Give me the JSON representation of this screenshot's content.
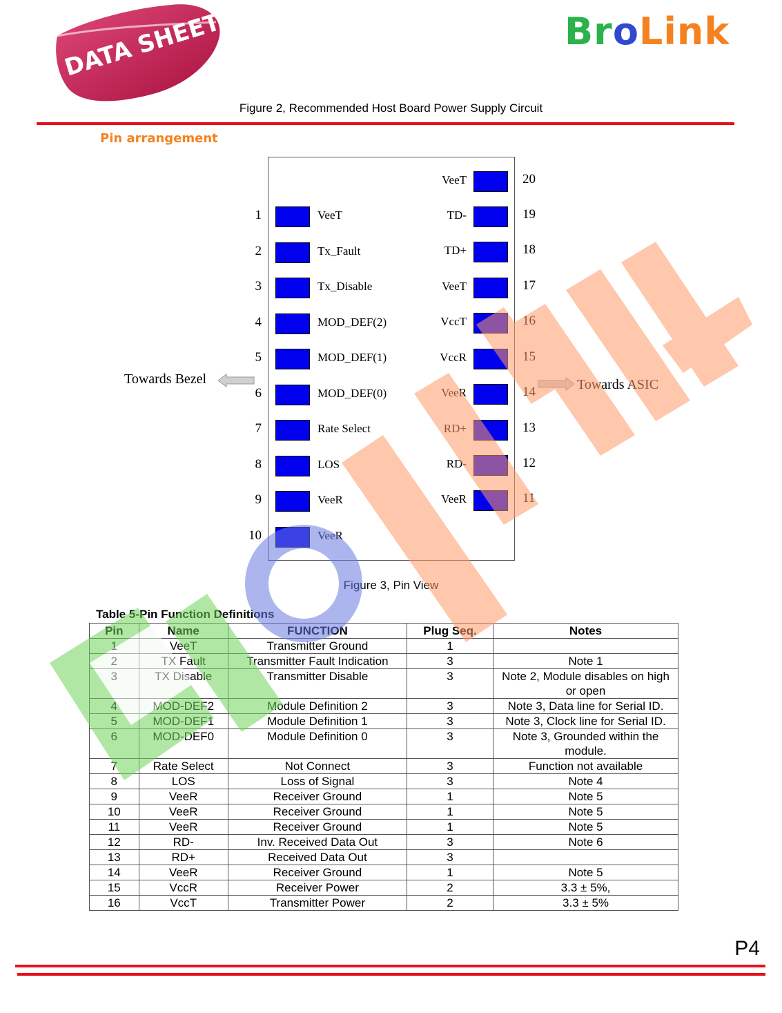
{
  "header": {
    "badge_text": "DATA SHEET",
    "logo": {
      "letters": [
        {
          "ch": "B",
          "color": "#2bb24c"
        },
        {
          "ch": "r",
          "color": "#2bb24c"
        },
        {
          "ch": "o",
          "color": "#2f49d1"
        },
        {
          "ch": "L",
          "color": "#f5821f"
        },
        {
          "ch": "i",
          "color": "#f5821f"
        },
        {
          "ch": "n",
          "color": "#f5821f"
        },
        {
          "ch": "k",
          "color": "#f5821f"
        }
      ]
    }
  },
  "figure2_caption": "Figure 2, Recommended Host Board Power Supply Circuit",
  "section_title": "Pin arrangement",
  "pin_diagram": {
    "left_pins": [
      {
        "num": "1",
        "label": "VeeT"
      },
      {
        "num": "2",
        "label": "Tx_Fault"
      },
      {
        "num": "3",
        "label": "Tx_Disable"
      },
      {
        "num": "4",
        "label": "MOD_DEF(2)"
      },
      {
        "num": "5",
        "label": "MOD_DEF(1)"
      },
      {
        "num": "6",
        "label": "MOD_DEF(0)"
      },
      {
        "num": "7",
        "label": "Rate Select"
      },
      {
        "num": "8",
        "label": "LOS"
      },
      {
        "num": "9",
        "label": "VeeR"
      },
      {
        "num": "10",
        "label": "VeeR"
      }
    ],
    "right_pins": [
      {
        "num": "20",
        "label": "VeeT"
      },
      {
        "num": "19",
        "label": "TD-"
      },
      {
        "num": "18",
        "label": "TD+"
      },
      {
        "num": "17",
        "label": "VeeT"
      },
      {
        "num": "16",
        "label": "VccT"
      },
      {
        "num": "15",
        "label": "VccR"
      },
      {
        "num": "14",
        "label": "VeeR"
      },
      {
        "num": "13",
        "label": "RD+"
      },
      {
        "num": "12",
        "label": "RD-"
      },
      {
        "num": "11",
        "label": "VeeR"
      }
    ],
    "towards_bezel": "Towards Bezel",
    "towards_asic": "Towards ASIC",
    "pad_color": "#0000ee"
  },
  "figure3_caption": "Figure 3, Pin View",
  "table": {
    "caption": "Table 5-Pin Function Definitions",
    "headers": [
      "Pin",
      "Name",
      "FUNCTION",
      "Plug Seq.",
      "Notes"
    ],
    "rows": [
      [
        "1",
        "VeeT",
        "Transmitter Ground",
        "1",
        ""
      ],
      [
        "2",
        "TX Fault",
        "Transmitter Fault Indication",
        "3",
        "Note 1"
      ],
      [
        "3",
        "TX Disable",
        "Transmitter Disable",
        "3",
        "Note 2, Module disables on high or open"
      ],
      [
        "4",
        "MOD-DEF2",
        "Module Definition 2",
        "3",
        "Note 3, Data line for Serial ID."
      ],
      [
        "5",
        "MOD-DEF1",
        "Module Definition 1",
        "3",
        "Note 3, Clock line for Serial ID."
      ],
      [
        "6",
        "MOD-DEF0",
        "Module Definition 0",
        "3",
        "Note 3, Grounded within the module."
      ],
      [
        "7",
        "Rate Select",
        "Not Connect",
        "3",
        "Function not available"
      ],
      [
        "8",
        "LOS",
        "Loss of Signal",
        "3",
        "Note 4"
      ],
      [
        "9",
        "VeeR",
        "Receiver Ground",
        "1",
        "Note 5"
      ],
      [
        "10",
        "VeeR",
        "Receiver Ground",
        "1",
        "Note 5"
      ],
      [
        "11",
        "VeeR",
        "Receiver Ground",
        "1",
        "Note 5"
      ],
      [
        "12",
        "RD-",
        "Inv. Received Data Out",
        "3",
        "Note 6"
      ],
      [
        "13",
        "RD+",
        "Received Data Out",
        "3",
        ""
      ],
      [
        "14",
        "VeeR",
        "Receiver Ground",
        "1",
        "Note 5"
      ],
      [
        "15",
        "VccR",
        "Receiver Power",
        "2",
        "3.3 ± 5%,"
      ],
      [
        "16",
        "VccT",
        "Transmitter Power",
        "2",
        "3.3 ± 5%"
      ]
    ]
  },
  "page_number": "P4"
}
